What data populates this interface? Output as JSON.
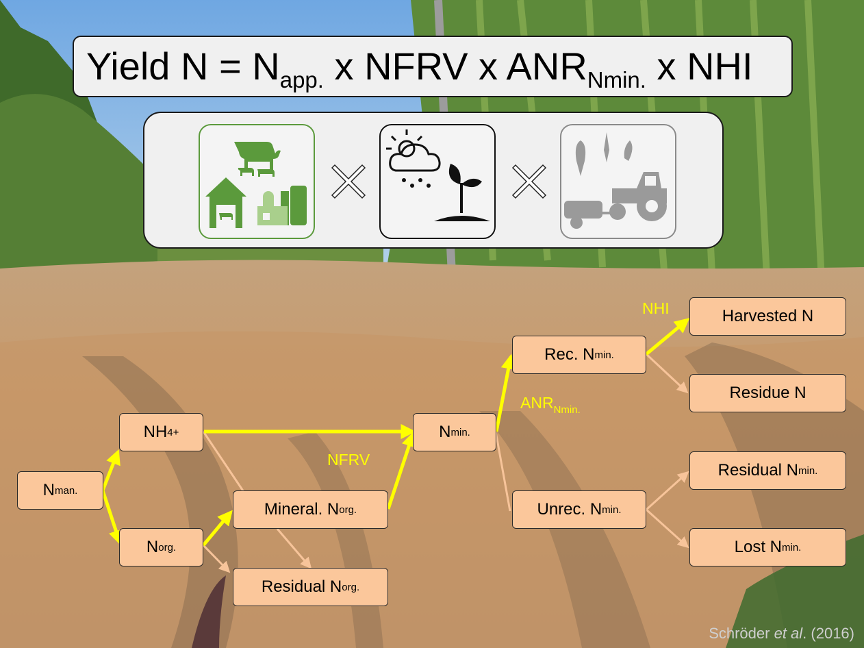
{
  "title": {
    "base": "Yield N = N",
    "app_sub": "app.",
    "mid1": " x NFRV x ANR",
    "anr_sub": "Nmin.",
    "end": " x NHI"
  },
  "icons": {
    "left": "livestock-farm-icon",
    "middle": "weather-plant-icon",
    "right": "crop-machinery-icon",
    "operator": "multiply-icon"
  },
  "nodes": {
    "nman": {
      "base": "N",
      "sub": "man."
    },
    "nh4": {
      "base": "NH",
      "sub": "4",
      "sup": "+"
    },
    "norg": {
      "base": "N",
      "sub": "org."
    },
    "mineral": {
      "base": "Mineral. N",
      "sub": "org."
    },
    "residual_org": {
      "base": "Residual N",
      "sub": "org."
    },
    "nmin": {
      "base": "N",
      "sub": "min."
    },
    "rec": {
      "base": "Rec. N",
      "sub": "min."
    },
    "unrec": {
      "base": "Unrec. N",
      "sub": "min."
    },
    "harvested": {
      "base": "Harvested N"
    },
    "residue": {
      "base": "Residue N"
    },
    "residual_nmin": {
      "base": "Residual N",
      "sub": "min."
    },
    "lost": {
      "base": "Lost N",
      "sub": "min."
    }
  },
  "labels": {
    "nfrv": "NFRV",
    "anr_base": "ANR",
    "anr_sub": "Nmin.",
    "nhi": "NHI"
  },
  "citation": {
    "author": "Schröder ",
    "etal": "et al",
    "rest": ". (2016)"
  },
  "colors": {
    "highlight_arrow": "#ffff00",
    "secondary_arrow": "#f7c49a",
    "node_fill": "#fbc79b",
    "soil": "#c9a47c",
    "sky": "#7fb2e5",
    "vegetation": "#4f7a35"
  }
}
